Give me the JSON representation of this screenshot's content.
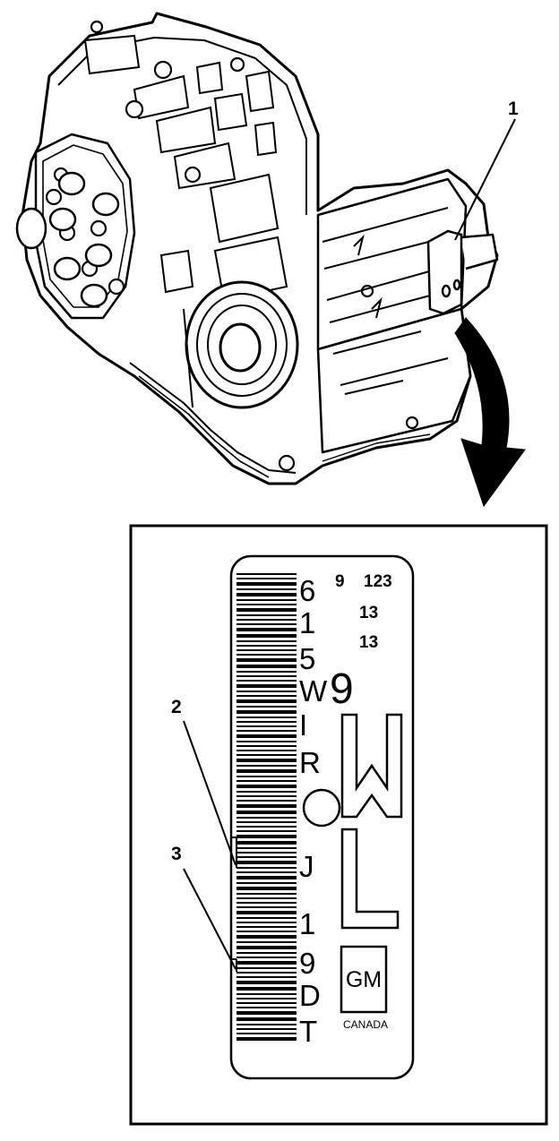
{
  "callouts": {
    "c1": "1",
    "c2": "2",
    "c3": "3"
  },
  "label": {
    "code_chars": [
      "6",
      "1",
      "5",
      "W",
      "I",
      "R",
      "J",
      "1",
      "9",
      "D",
      "T"
    ],
    "top_row": {
      "left": "9",
      "right": "123"
    },
    "row2": "13",
    "row3": "13",
    "big_char": "9",
    "logo_text": "GM",
    "country": "CANADA"
  }
}
